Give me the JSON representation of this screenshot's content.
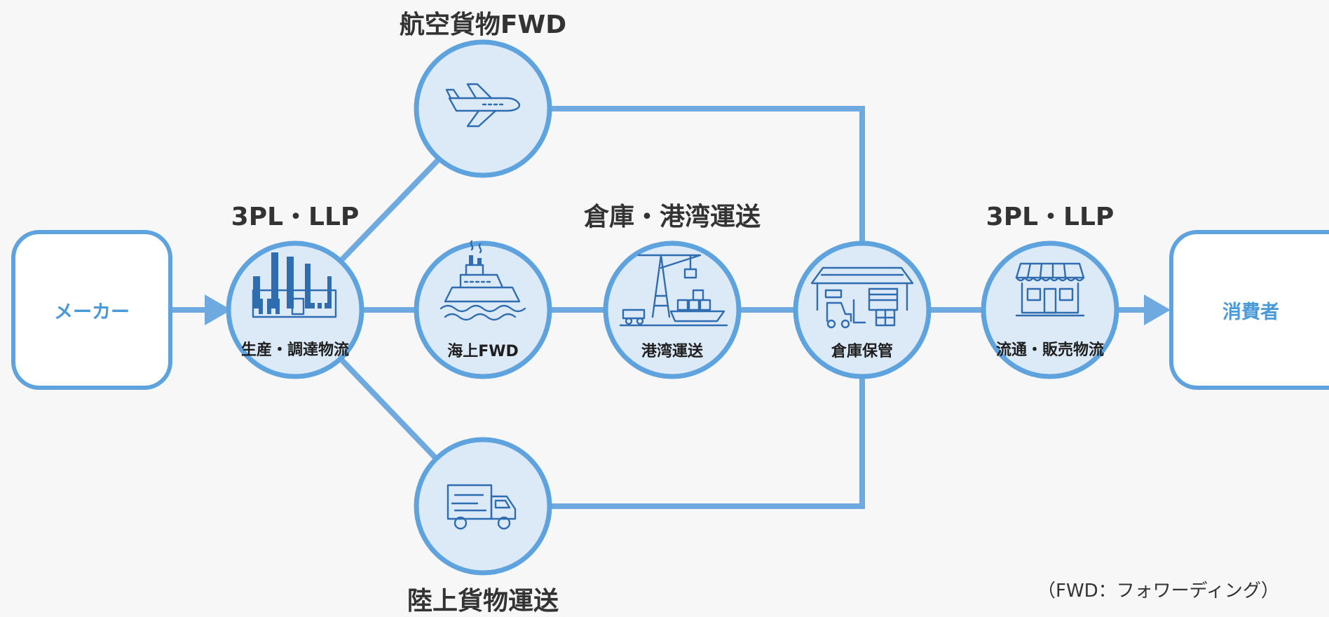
{
  "headings": {
    "air": "航空貨物FWD",
    "left_3pl": "3PL・LLP",
    "center": "倉庫・港湾運送",
    "right_3pl": "3PL・LLP",
    "land": "陸上貨物運送"
  },
  "start_box": "メーカー",
  "end_box": "消費者",
  "nodes": {
    "production": "生産・調達物流",
    "sea": "海上FWD",
    "port": "港湾運送",
    "warehouse": "倉庫保管",
    "retail": "流通・販売物流"
  },
  "note": "（FWD：フォワーディング）",
  "colors": {
    "line": "#6eaae0",
    "circle_fill": "#dceaf8",
    "circle_stroke": "#5ea3de",
    "icon": "#2f6db0",
    "box_text": "#4a9ad8"
  },
  "icons": {
    "air": "airplane-icon",
    "production": "factory-icon",
    "sea": "ship-icon",
    "port": "port-crane-icon",
    "warehouse": "warehouse-icon",
    "retail": "store-icon",
    "land": "truck-icon"
  }
}
